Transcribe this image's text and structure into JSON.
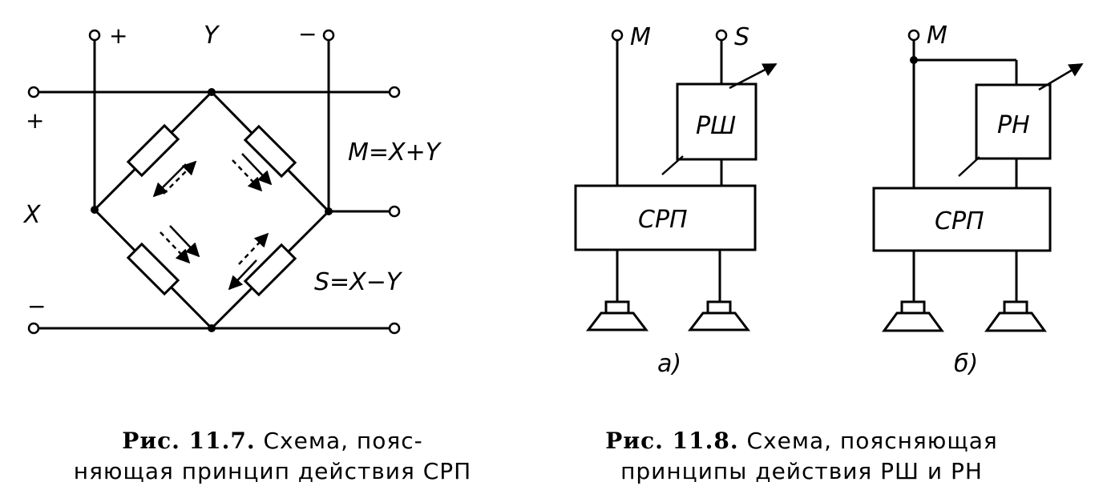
{
  "figure_left": {
    "labels": {
      "plus_top": "+",
      "y_top": "Y",
      "minus_top": "−",
      "plus_left": "+",
      "x_left": "X",
      "minus_left": "−",
      "m_formula": "M=X+Y",
      "s_formula": "S=X−Y"
    },
    "caption": {
      "number": "Рис. 11.7.",
      "line1_rest": "Схема, пояс-",
      "line2": "няющая принцип действия СРП"
    }
  },
  "figure_right": {
    "a": {
      "m_label": "M",
      "s_label": "S",
      "control_label": "РШ",
      "matrix_label": "СРП",
      "sub_label": "а)"
    },
    "b": {
      "m_label": "M",
      "control_label": "РН",
      "matrix_label": "СРП",
      "sub_label": "б)"
    },
    "caption": {
      "number": "Рис. 11.8.",
      "line1_rest": "Схема, поясняющая",
      "line2": "принципы действия РШ и РН"
    }
  }
}
